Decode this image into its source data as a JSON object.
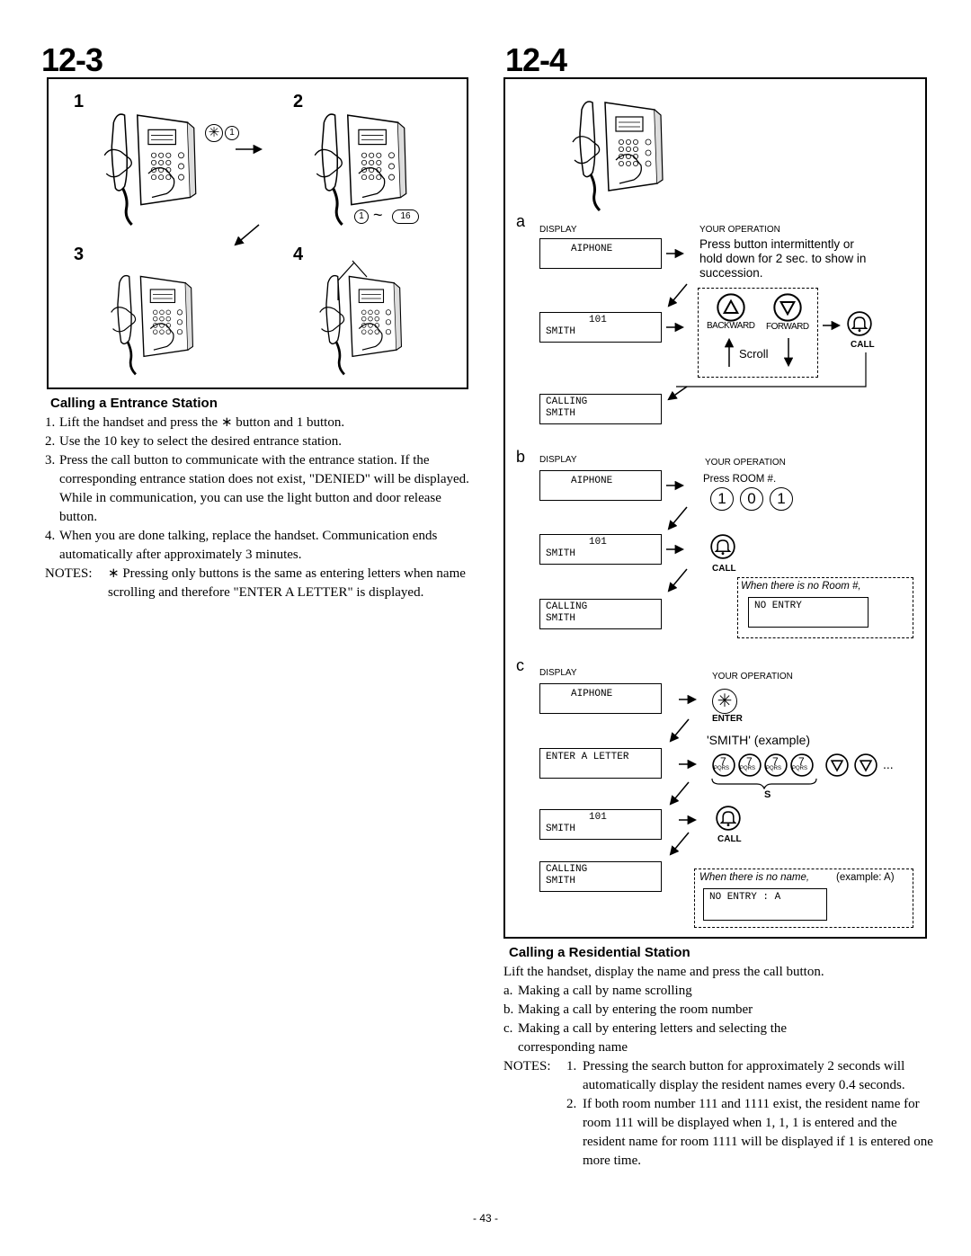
{
  "left": {
    "heading": "12-3",
    "steps": [
      "1",
      "2",
      "3",
      "4"
    ],
    "star_key": "✳",
    "key_one": "1",
    "range_start": "1",
    "range_tilde": "~",
    "range_end": "16",
    "section_title": "Calling a Entrance Station",
    "instructions": [
      {
        "n": "1.",
        "text": "Lift the handset and press the ∗ button and 1 button."
      },
      {
        "n": "2.",
        "text": "Use the 10 key to select the desired entrance station."
      },
      {
        "n": "3.",
        "text": "Press the call button to communicate with the entrance station. If the corresponding entrance station does not exist, \"DENIED\" will be displayed. While in communication, you can use the light button and door release button."
      },
      {
        "n": "4.",
        "text": "When you are done talking, replace the handset. Communication ends automatically after approximately 3 minutes."
      }
    ],
    "notes_label": "NOTES:",
    "notes_text": "∗ Pressing only buttons is the same as entering letters when name scrolling and therefore \"ENTER A LETTER\" is displayed."
  },
  "right": {
    "heading": "12-4",
    "display_label": "DISPLAY",
    "your_operation_label": "YOUR OPERATION",
    "a": {
      "letter": "a",
      "lcd1": "AIPHONE",
      "op_text": "Press button intermittently or hold down for 2 sec. to show in succession.",
      "lcd2_line1": "101",
      "lcd2_line2": "SMITH",
      "backward": "BACKWARD",
      "forward": "FORWARD",
      "scroll": "Scroll",
      "call": "CALL",
      "lcd3_line1": "CALLING",
      "lcd3_line2": "SMITH"
    },
    "b": {
      "letter": "b",
      "lcd1": "AIPHONE",
      "press_room": "Press ROOM  #.",
      "digits": [
        "1",
        "0",
        "1"
      ],
      "lcd2_line1": "101",
      "lcd2_line2": "SMITH",
      "call": "CALL",
      "lcd3_line1": "CALLING",
      "lcd3_line2": "SMITH",
      "no_room_note": "When there is no Room #,",
      "no_entry": "NO ENTRY"
    },
    "c": {
      "letter": "c",
      "lcd1": "AIPHONE",
      "enter": "ENTER",
      "example": "'SMITH' (example)",
      "lcd2": "ENTER A LETTER",
      "seven": "7",
      "seven_sub": "PQRS",
      "s_label": "S",
      "ellipsis": "...",
      "lcd3_line1": "101",
      "lcd3_line2": "SMITH",
      "call": "CALL",
      "lcd4_line1": "CALLING",
      "lcd4_line2": "SMITH",
      "no_name_note": "When there is no name,",
      "no_name_example": "(example: A)",
      "no_entry_a": "NO ENTRY : A"
    },
    "section_title": "Calling a Residential Station",
    "intro": "Lift the handset, display the name and press the call button.",
    "items": [
      {
        "n": "a.",
        "text": "Making a call by name scrolling"
      },
      {
        "n": "b.",
        "text": "Making a call by entering the room number"
      },
      {
        "n": "c.",
        "text": "Making a call by entering letters and selecting the corresponding name"
      }
    ],
    "notes_label": "NOTES:",
    "notes": [
      {
        "n": "1.",
        "text": "Pressing the search button for approximately 2 seconds will automatically display the resident names every 0.4 seconds."
      },
      {
        "n": "2.",
        "text": "If both room number 111 and 1111 exist, the resident name for room 111 will be displayed when 1, 1, 1 is entered and the resident name for room 1111 will be displayed if 1 is entered one more time."
      }
    ]
  },
  "footer": {
    "page_number": "- 43 -"
  }
}
